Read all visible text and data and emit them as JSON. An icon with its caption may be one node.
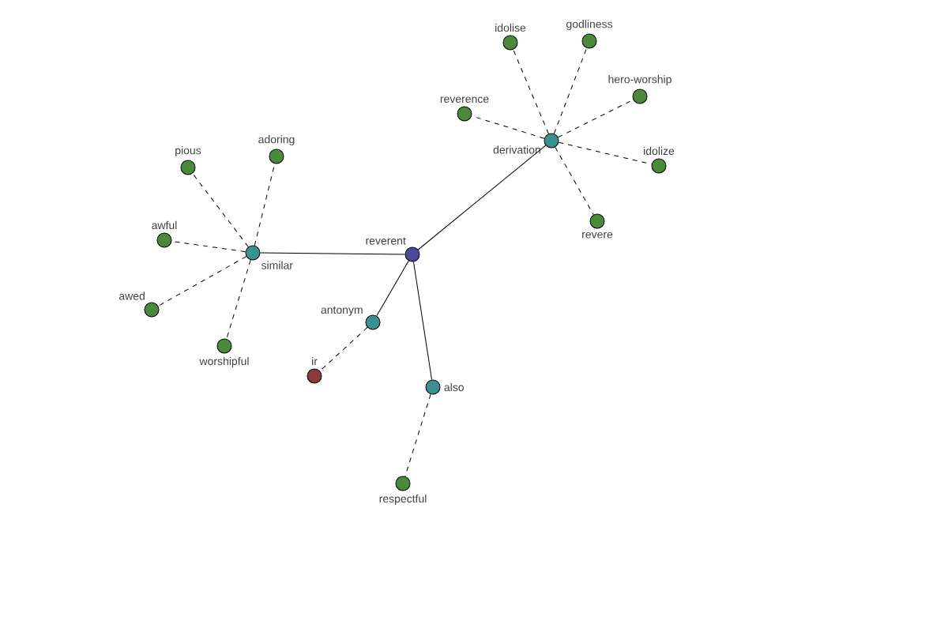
{
  "diagram": {
    "nodes": [
      {
        "text": [
          "reverent"
        ]
      },
      {
        "text": [
          "similar"
        ]
      },
      {
        "text": [
          "derivation"
        ]
      },
      {
        "text": [
          "antonym"
        ]
      },
      {
        "text": [
          "also"
        ]
      },
      {
        "text": [
          "pious"
        ]
      },
      {
        "text": [
          "adoring"
        ]
      },
      {
        "text": [
          "awful"
        ]
      },
      {
        "text": [
          "awed"
        ]
      },
      {
        "text": [
          "worshipful"
        ]
      },
      {
        "text": [
          "idolise"
        ]
      },
      {
        "text": [
          "godliness"
        ]
      },
      {
        "text": [
          "reverence"
        ]
      },
      {
        "text": [
          "hero-worship"
        ]
      },
      {
        "text": [
          "idolize"
        ]
      },
      {
        "text": [
          "revere"
        ]
      },
      {
        "text": [
          "ir"
        ]
      },
      {
        "text": [
          "respectful"
        ]
      }
    ],
    "edges": [
      {
        "from": 0,
        "to": 1,
        "arrow": "none"
      },
      {
        "from": 0,
        "to": 2,
        "arrow": "none"
      },
      {
        "from": 0,
        "to": 3,
        "arrow": "none"
      },
      {
        "from": 0,
        "to": 4,
        "arrow": "none"
      },
      {
        "from": 1,
        "to": 5,
        "arrow": "none",
        "style": "dashed"
      },
      {
        "from": 1,
        "to": 6,
        "arrow": "none",
        "style": "dashed"
      },
      {
        "from": 1,
        "to": 7,
        "arrow": "none",
        "style": "dashed"
      },
      {
        "from": 1,
        "to": 8,
        "arrow": "none",
        "style": "dashed"
      },
      {
        "from": 1,
        "to": 9,
        "arrow": "none",
        "style": "dashed"
      },
      {
        "from": 2,
        "to": 10,
        "arrow": "none",
        "style": "dashed"
      },
      {
        "from": 2,
        "to": 11,
        "arrow": "none",
        "style": "dashed"
      },
      {
        "from": 2,
        "to": 12,
        "arrow": "none",
        "style": "dashed"
      },
      {
        "from": 2,
        "to": 13,
        "arrow": "none",
        "style": "dashed"
      },
      {
        "from": 2,
        "to": 14,
        "arrow": "none",
        "style": "dashed"
      },
      {
        "from": 2,
        "to": 15,
        "arrow": "none",
        "style": "dashed"
      },
      {
        "from": 3,
        "to": 16,
        "arrow": "none",
        "style": "dashed"
      },
      {
        "from": 4,
        "to": 17,
        "arrow": "none",
        "style": "dashed"
      }
    ]
  }
}
